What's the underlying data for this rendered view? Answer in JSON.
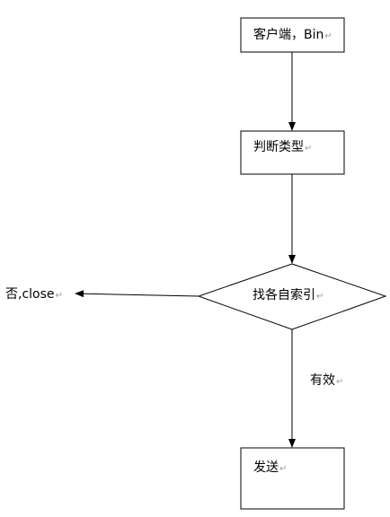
{
  "nodes": {
    "client": {
      "text": "客户端，Bin"
    },
    "judge": {
      "text": "判断类型"
    },
    "find": {
      "text": "找各自索引"
    },
    "send": {
      "text": "发送"
    }
  },
  "edges": {
    "no": {
      "text": "否,close"
    },
    "valid": {
      "text": "有效"
    }
  },
  "paragraph_mark": "↵"
}
